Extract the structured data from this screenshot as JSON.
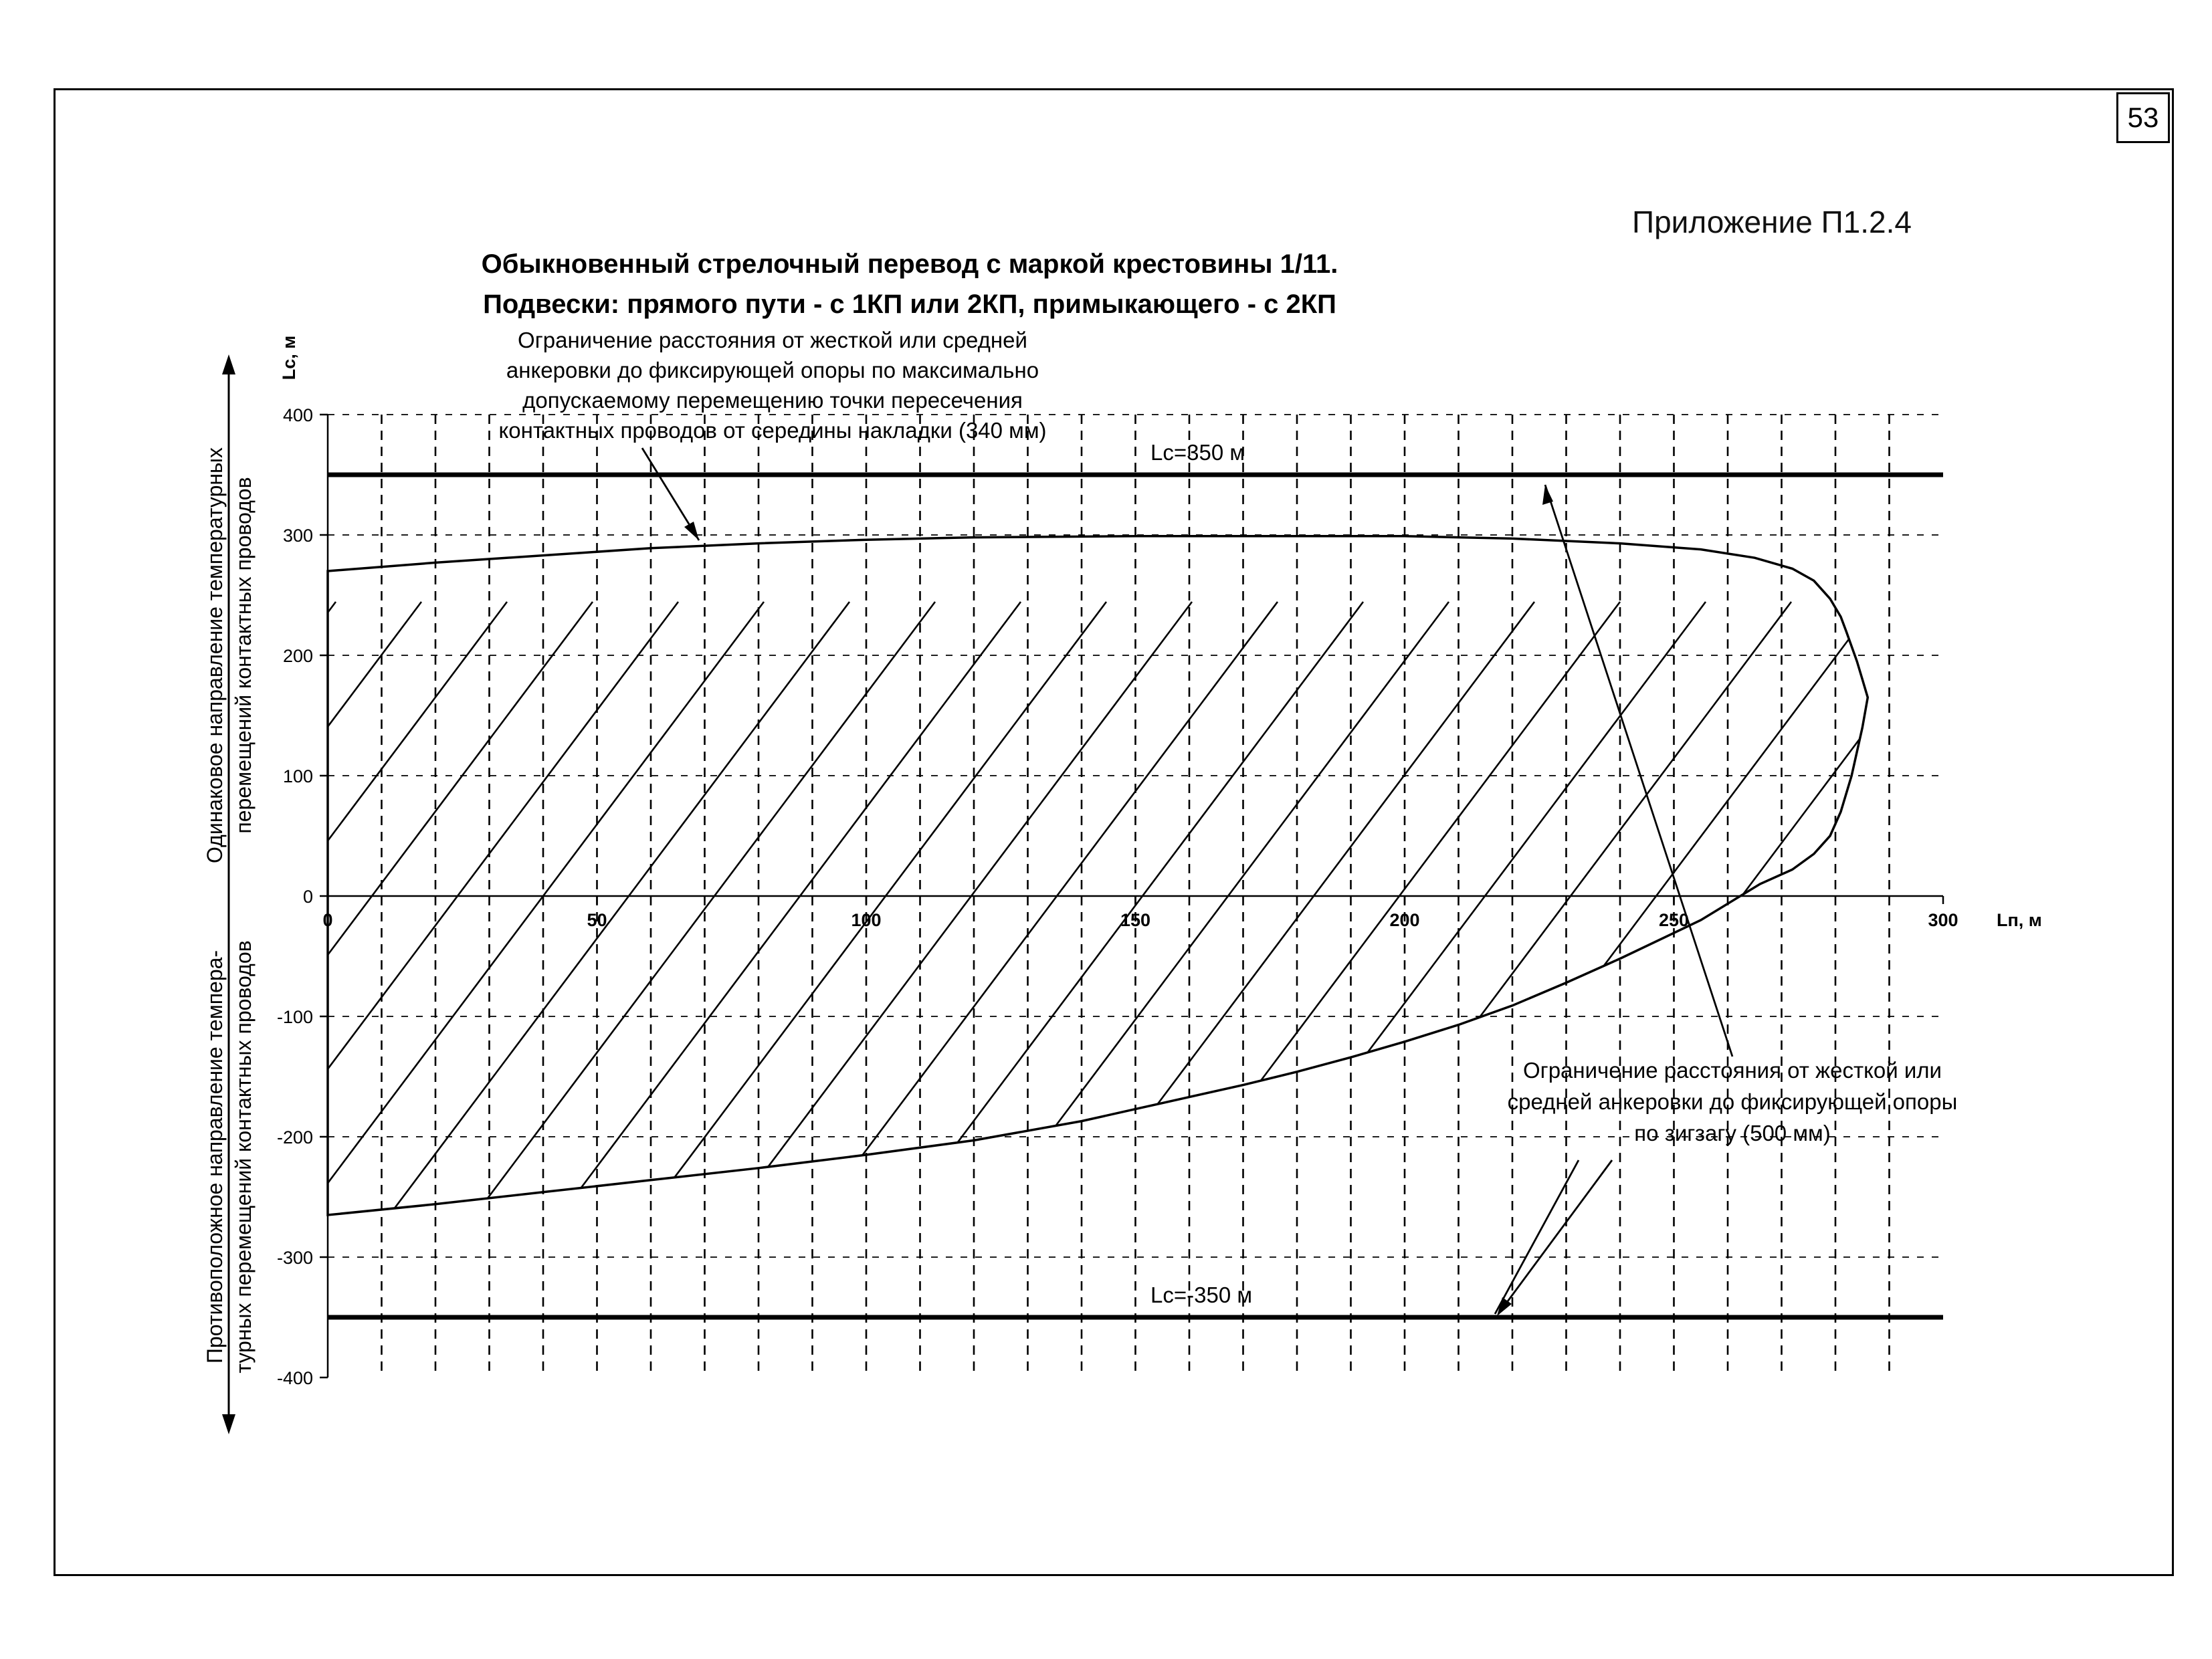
{
  "page_number": "53",
  "appendix": "Приложение П1.2.4",
  "title_line1": "Обыкновенный стрелочный перевод с маркой крестовины 1/11.",
  "title_line2": "Подвески: прямого пути - с 1КП или 2КП, примыкающего - с 2КП",
  "annotation_top": [
    "Ограничение расстояния от жесткой или средней",
    "анкеровки до фиксирующей опоры по максимально",
    "допускаемому перемещению точки пересечения",
    "контактных проводов от середины накладки (340 мм)"
  ],
  "annotation_bottom": [
    "Ограничение расстояния от жесткой или",
    "средней анкеровки до фиксирующей опоры",
    "по зигзагу (500 мм)"
  ],
  "y_side_upper": [
    "Одинаковое направление температурных",
    "перемещений контактных проводов"
  ],
  "y_side_lower": [
    "Противоположное направление темпера-",
    "турных перемещений контактных проводов"
  ],
  "chart_data": {
    "type": "area",
    "xlabel": "Lп, м",
    "ylabel": "Lс, м",
    "xlim": [
      0,
      300
    ],
    "ylim": [
      -400,
      400
    ],
    "x_ticks": [
      0,
      50,
      100,
      150,
      200,
      250,
      300
    ],
    "y_ticks": [
      -400,
      -300,
      -200,
      -100,
      0,
      100,
      200,
      300,
      400
    ],
    "x_ticks_dashed_every": 10,
    "grid": true,
    "grid_style": "dashed",
    "region_fill": "hatched",
    "limit_lines": [
      {
        "label": "Lс=350 м",
        "y": 350
      },
      {
        "label": "Lс=-350 м",
        "y": -350
      }
    ],
    "upper_boundary": {
      "x": [
        0,
        20,
        40,
        60,
        80,
        100,
        120,
        150,
        180,
        200,
        220,
        240,
        255,
        265,
        272,
        276,
        279,
        281,
        282
      ],
      "y": [
        270,
        277,
        283,
        289,
        293,
        296,
        298,
        299,
        299,
        299,
        297,
        293,
        288,
        281,
        272,
        262,
        247,
        232,
        220
      ]
    },
    "right_boundary": {
      "x": [
        282,
        284,
        285,
        286,
        285,
        283,
        281,
        279,
        276,
        272,
        266
      ],
      "y": [
        220,
        195,
        180,
        165,
        140,
        100,
        70,
        50,
        35,
        22,
        10
      ]
    },
    "lower_boundary": {
      "x": [
        266,
        255,
        240,
        230,
        220,
        210,
        200,
        190,
        180,
        170,
        160,
        150,
        140,
        120,
        100,
        80,
        60,
        40,
        20,
        0
      ],
      "y": [
        10,
        -20,
        -52,
        -72,
        -91,
        -107,
        -121,
        -134,
        -146,
        -157,
        -167,
        -177,
        -187,
        -203,
        -215,
        -226,
        -236,
        -246,
        -256,
        -265
      ]
    }
  }
}
